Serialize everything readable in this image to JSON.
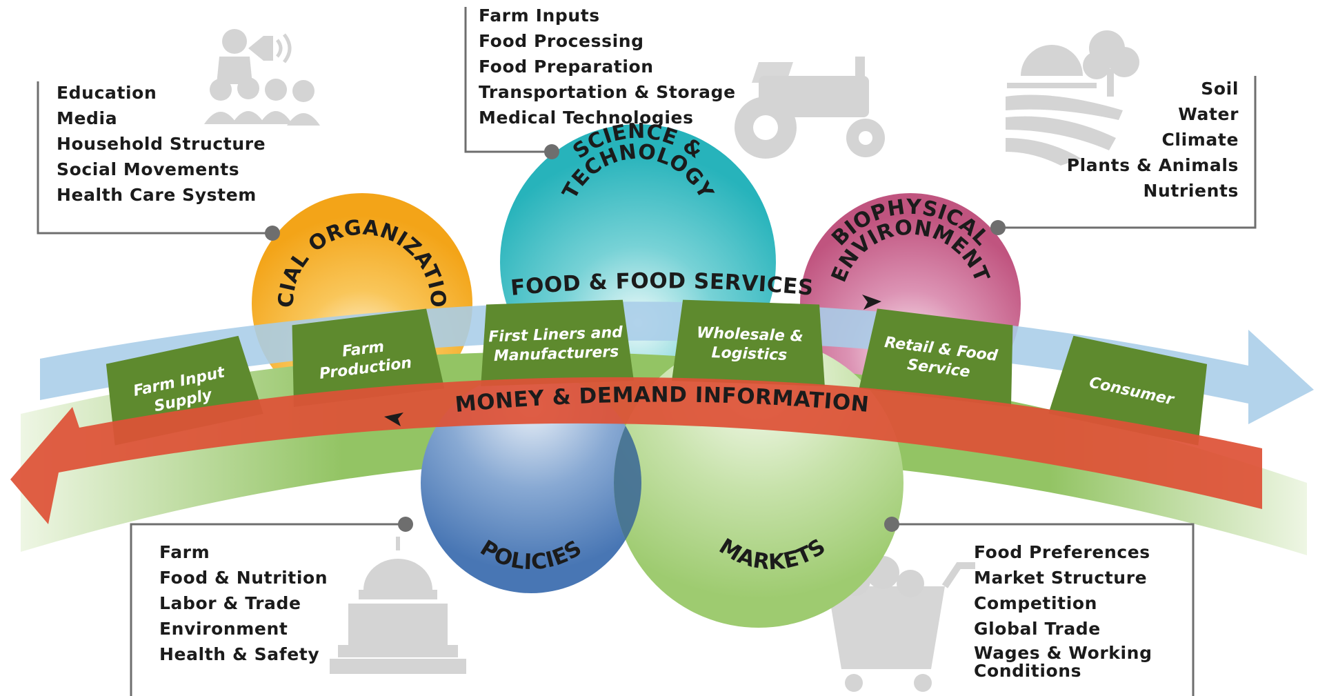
{
  "colors": {
    "social": "#f3a418",
    "science": "#33bcc2",
    "biophysical": "#c85d8c",
    "policies": "#4f7cb8",
    "markets": "#a7cf7d",
    "green_box": "#5e8a2e",
    "food_arrow": "#a9cde8",
    "money_arrow": "#de5237",
    "green_band": "#93c464",
    "icon_gray": "#d4d4d4",
    "text_dark": "#1b1b1b"
  },
  "circles": {
    "social": "SOCIAL ORGANIZATIONS",
    "science_line1": "SCIENCE &",
    "science_line2": "TECHNOLOGY",
    "bio_line1": "BIOPHYSICAL",
    "bio_line2": "ENVIRONMENT",
    "policies": "POLICIES",
    "markets": "MARKETS"
  },
  "flows": {
    "food": "FOOD & FOOD SERVICES",
    "money": "MONEY & DEMAND INFORMATION"
  },
  "stages": [
    {
      "line1": "Farm Input",
      "line2": "Supply"
    },
    {
      "line1": "Farm",
      "line2": "Production"
    },
    {
      "line1": "First Liners and",
      "line2": "Manufacturers"
    },
    {
      "line1": "Wholesale &",
      "line2": "Logistics"
    },
    {
      "line1": "Retail & Food",
      "line2": "Service"
    },
    {
      "line1": "Consumer",
      "line2": ""
    }
  ],
  "lists": {
    "social": [
      "Education",
      "Media",
      "Household Structure",
      "Social Movements",
      "Health Care System"
    ],
    "science": [
      "Farm Inputs",
      "Food Processing",
      "Food Preparation",
      "Transportation & Storage",
      "Medical Technologies"
    ],
    "biophysical": [
      "Soil",
      "Water",
      "Climate",
      "Plants & Animals",
      "Nutrients"
    ],
    "policies": [
      "Farm",
      "Food & Nutrition",
      "Labor & Trade",
      "Environment",
      "Health & Safety"
    ],
    "markets": [
      "Food Preferences",
      "Market Structure",
      "Competition",
      "Global Trade",
      "Wages & Working Conditions"
    ]
  },
  "icons": {
    "social": "speaker-crowd-icon",
    "science": "tractor-icon",
    "biophysical": "sun-field-tree-icon",
    "policies": "capitol-building-icon",
    "markets": "shopping-cart-icon"
  }
}
